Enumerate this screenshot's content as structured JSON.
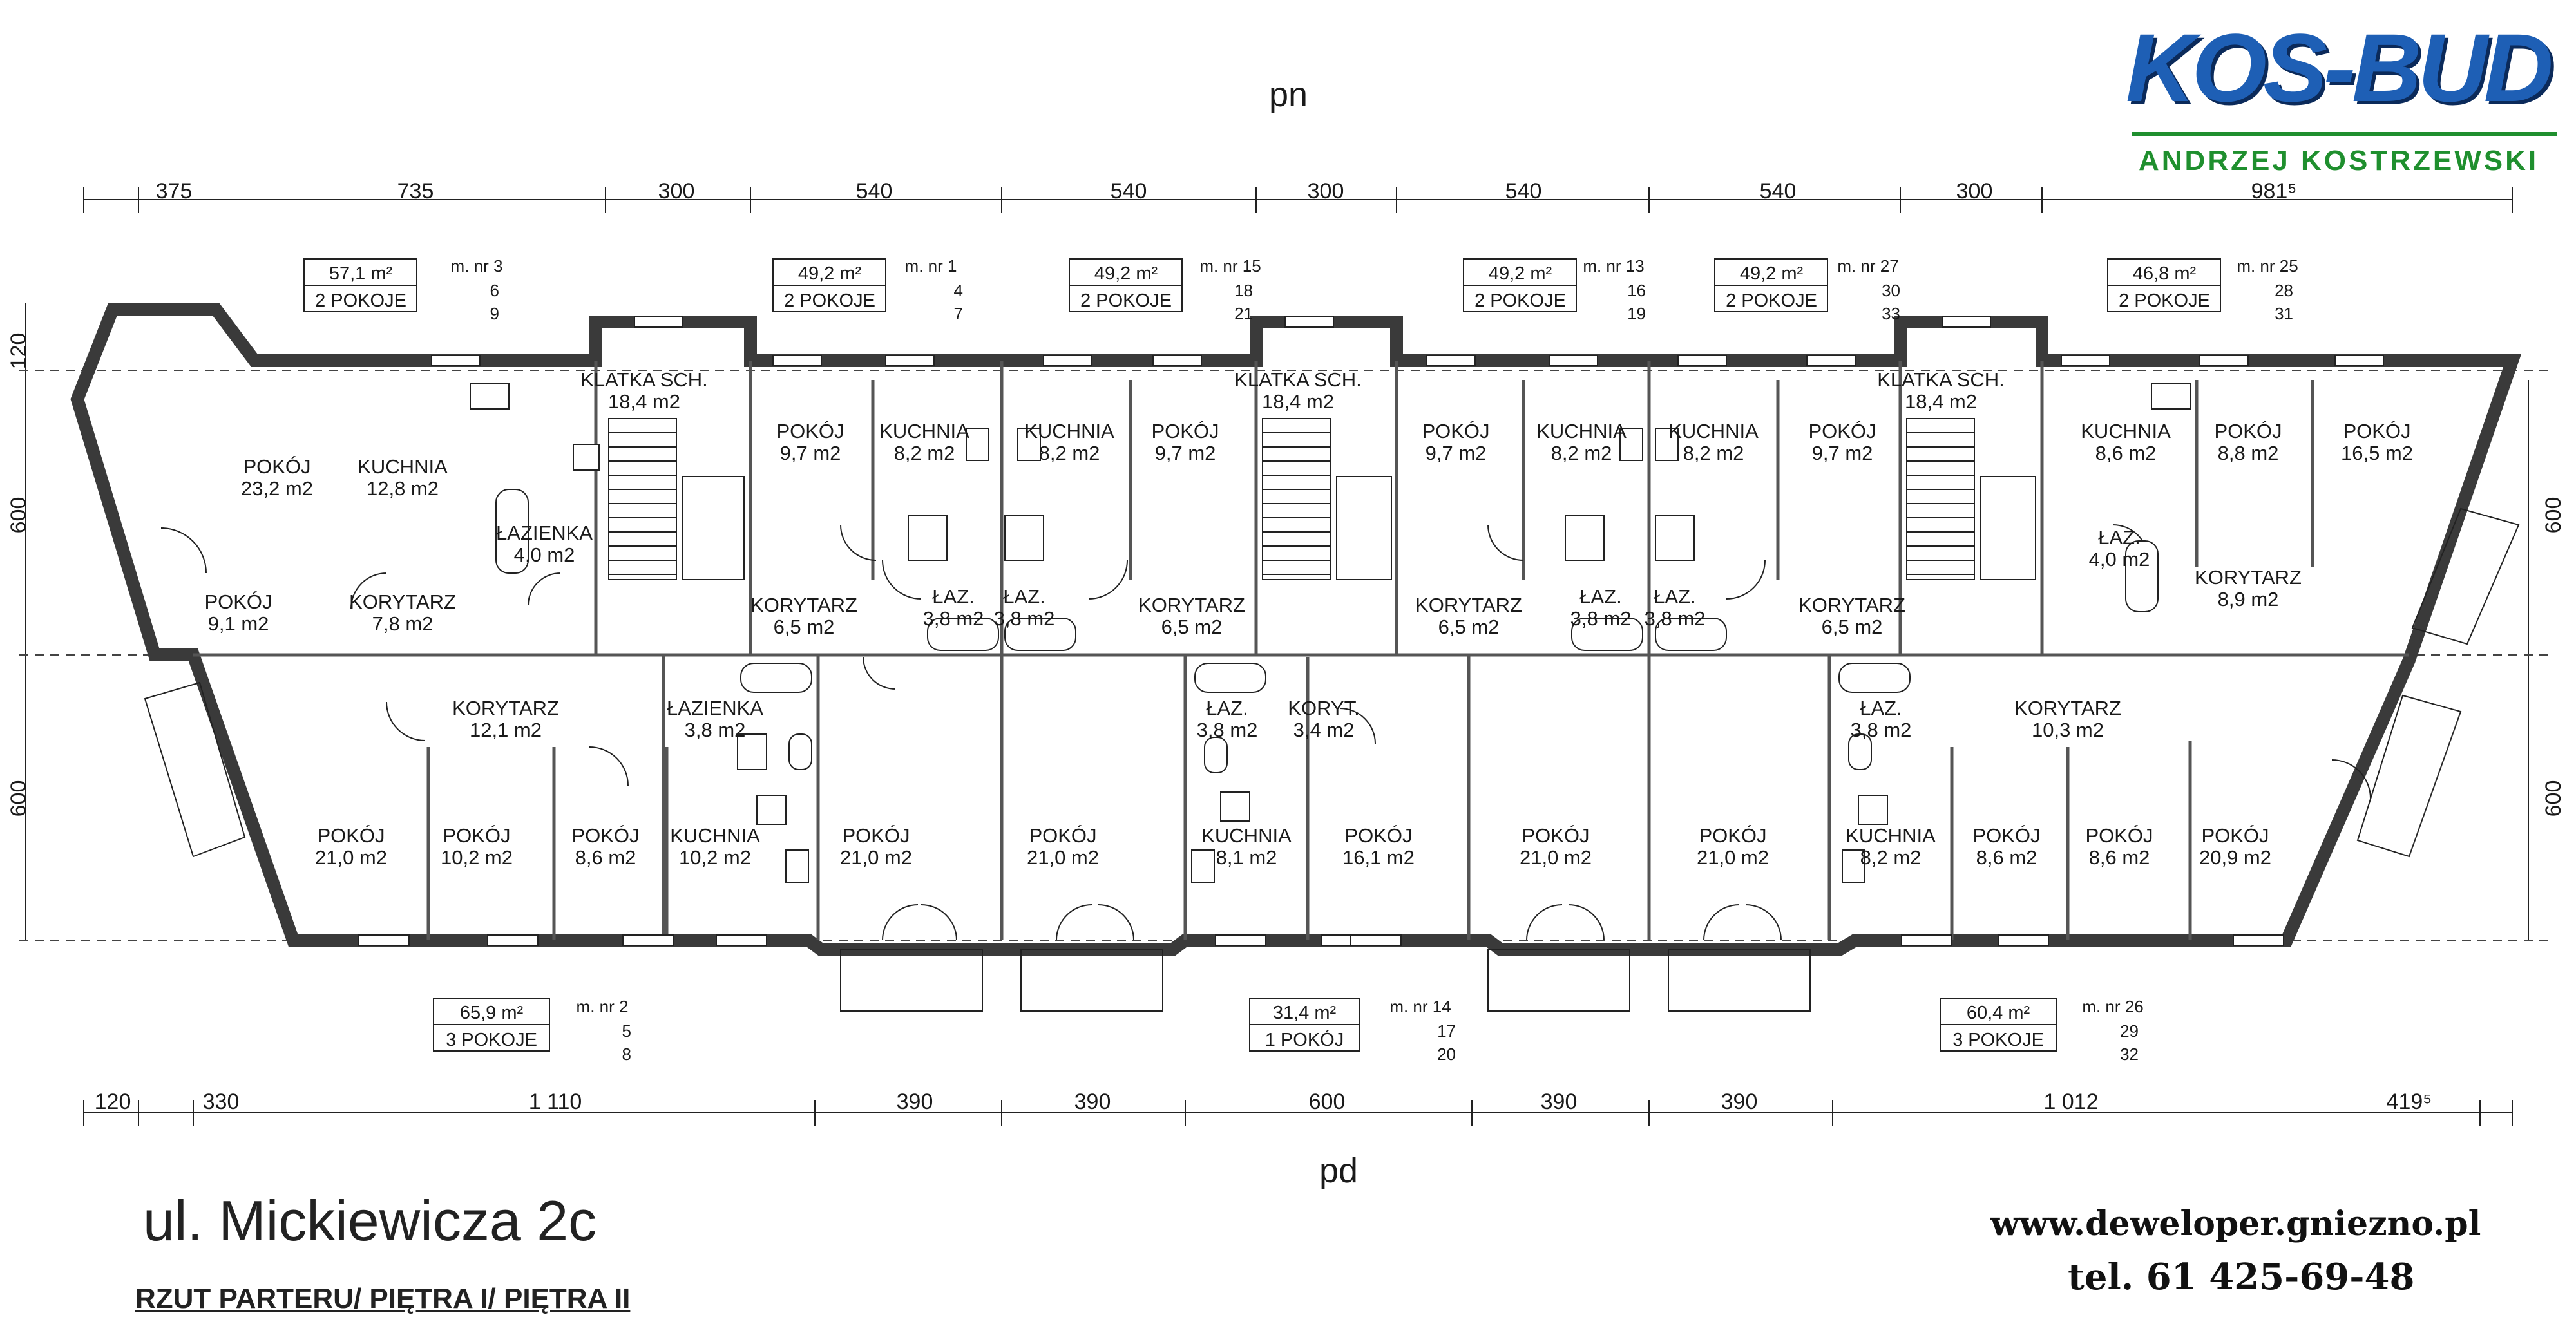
{
  "logo": {
    "brand": "KOS-BUD",
    "owner": "ANDRZEJ KOSTRZEWSKI"
  },
  "compass": {
    "north": "pn",
    "south": "pd"
  },
  "dims_top": [
    "375",
    "735",
    "300",
    "540",
    "540",
    "300",
    "540",
    "540",
    "300",
    "981⁵"
  ],
  "dims_bottom": [
    "120",
    "330",
    "1 110",
    "390",
    "390",
    "600",
    "390",
    "390",
    "1 012",
    "419⁵"
  ],
  "dims_left": [
    "120",
    "600",
    "600"
  ],
  "dims_right": [
    "600",
    "600"
  ],
  "apartments": [
    {
      "area": "57,1 m²",
      "rooms": "2 POKOJE",
      "nr": [
        "m. nr 3",
        "6",
        "9"
      ]
    },
    {
      "area": "49,2 m²",
      "rooms": "2 POKOJE",
      "nr": [
        "m. nr 1",
        "4",
        "7"
      ]
    },
    {
      "area": "49,2 m²",
      "rooms": "2 POKOJE",
      "nr": [
        "m. nr 15",
        "18",
        "21"
      ]
    },
    {
      "area": "49,2 m²",
      "rooms": "2 POKOJE",
      "nr": [
        "m. nr 13",
        "16",
        "19"
      ]
    },
    {
      "area": "49,2 m²",
      "rooms": "2 POKOJE",
      "nr": [
        "m. nr 27",
        "30",
        "33"
      ]
    },
    {
      "area": "46,8 m²",
      "rooms": "2 POKOJE",
      "nr": [
        "m. nr 25",
        "28",
        "31"
      ]
    },
    {
      "area": "65,9 m²",
      "rooms": "3 POKOJE",
      "nr": [
        "m. nr 2",
        "5",
        "8"
      ]
    },
    {
      "area": "31,4 m²",
      "rooms": "1 POKÓJ",
      "nr": [
        "m. nr 14",
        "17",
        "20"
      ]
    },
    {
      "area": "60,4 m²",
      "rooms": "3 POKOJE",
      "nr": [
        "m. nr 26",
        "29",
        "32"
      ]
    }
  ],
  "rooms_north": [
    {
      "name": "POKÓJ",
      "area": "23,2 m2"
    },
    {
      "name": "KUCHNIA",
      "area": "12,8 m2"
    },
    {
      "name": "ŁAZIENKA",
      "area": "4,0 m2"
    },
    {
      "name": "POKÓJ",
      "area": "9,1 m2"
    },
    {
      "name": "KORYTARZ",
      "area": "7,8 m2"
    },
    {
      "name": "KLATKA SCH.",
      "area": "18,4 m2"
    },
    {
      "name": "POKÓJ",
      "area": "9,7 m2"
    },
    {
      "name": "KUCHNIA",
      "area": "8,2 m2"
    },
    {
      "name": "KORYTARZ",
      "area": "6,5 m2"
    },
    {
      "name": "ŁAZ.",
      "area": "3,8 m2"
    },
    {
      "name": "ŁAZ.",
      "area": "3,8 m2"
    },
    {
      "name": "KUCHNIA",
      "area": "8,2 m2"
    },
    {
      "name": "POKÓJ",
      "area": "9,7 m2"
    },
    {
      "name": "KORYTARZ",
      "area": "6,5 m2"
    },
    {
      "name": "KLATKA SCH.",
      "area": "18,4 m2"
    },
    {
      "name": "POKÓJ",
      "area": "9,7 m2"
    },
    {
      "name": "KUCHNIA",
      "area": "8,2 m2"
    },
    {
      "name": "KORYTARZ",
      "area": "6,5 m2"
    },
    {
      "name": "ŁAZ.",
      "area": "3,8 m2"
    },
    {
      "name": "ŁAZ.",
      "area": "3,8 m2"
    },
    {
      "name": "KUCHNIA",
      "area": "8,2 m2"
    },
    {
      "name": "POKÓJ",
      "area": "9,7 m2"
    },
    {
      "name": "KORYTARZ",
      "area": "6,5 m2"
    },
    {
      "name": "KLATKA SCH.",
      "area": "18,4 m2"
    },
    {
      "name": "KUCHNIA",
      "area": "8,6 m2"
    },
    {
      "name": "POKÓJ",
      "area": "8,8 m2"
    },
    {
      "name": "POKÓJ",
      "area": "16,5 m2"
    },
    {
      "name": "ŁAZ.",
      "area": "4,0 m2"
    },
    {
      "name": "KORYTARZ",
      "area": "8,9 m2"
    }
  ],
  "rooms_south": [
    {
      "name": "KORYTARZ",
      "area": "12,1 m2"
    },
    {
      "name": "ŁAZIENKA",
      "area": "3,8 m2"
    },
    {
      "name": "POKÓJ",
      "area": "21,0 m2"
    },
    {
      "name": "POKÓJ",
      "area": "10,2 m2"
    },
    {
      "name": "POKÓJ",
      "area": "8,6 m2"
    },
    {
      "name": "KUCHNIA",
      "area": "10,2 m2"
    },
    {
      "name": "POKÓJ",
      "area": "21,0 m2"
    },
    {
      "name": "POKÓJ",
      "area": "21,0 m2"
    },
    {
      "name": "ŁAZ.",
      "area": "3,8 m2"
    },
    {
      "name": "KORYT.",
      "area": "3,4 m2"
    },
    {
      "name": "KUCHNIA",
      "area": "8,1 m2"
    },
    {
      "name": "POKÓJ",
      "area": "16,1 m2"
    },
    {
      "name": "POKÓJ",
      "area": "21,0 m2"
    },
    {
      "name": "POKÓJ",
      "area": "21,0 m2"
    },
    {
      "name": "ŁAZ.",
      "area": "3,8 m2"
    },
    {
      "name": "KORYTARZ",
      "area": "10,3 m2"
    },
    {
      "name": "KUCHNIA",
      "area": "8,2 m2"
    },
    {
      "name": "POKÓJ",
      "area": "8,6 m2"
    },
    {
      "name": "POKÓJ",
      "area": "8,6 m2"
    },
    {
      "name": "POKÓJ",
      "area": "20,9 m2"
    }
  ],
  "address": "ul. Mickiewicza 2c",
  "subtitle": "RZUT PARTERU/ PIĘTRA I/ PIĘTRA II",
  "website": "www.deweloper.gniezno.pl",
  "phone": "tel. 61 425-69-48"
}
